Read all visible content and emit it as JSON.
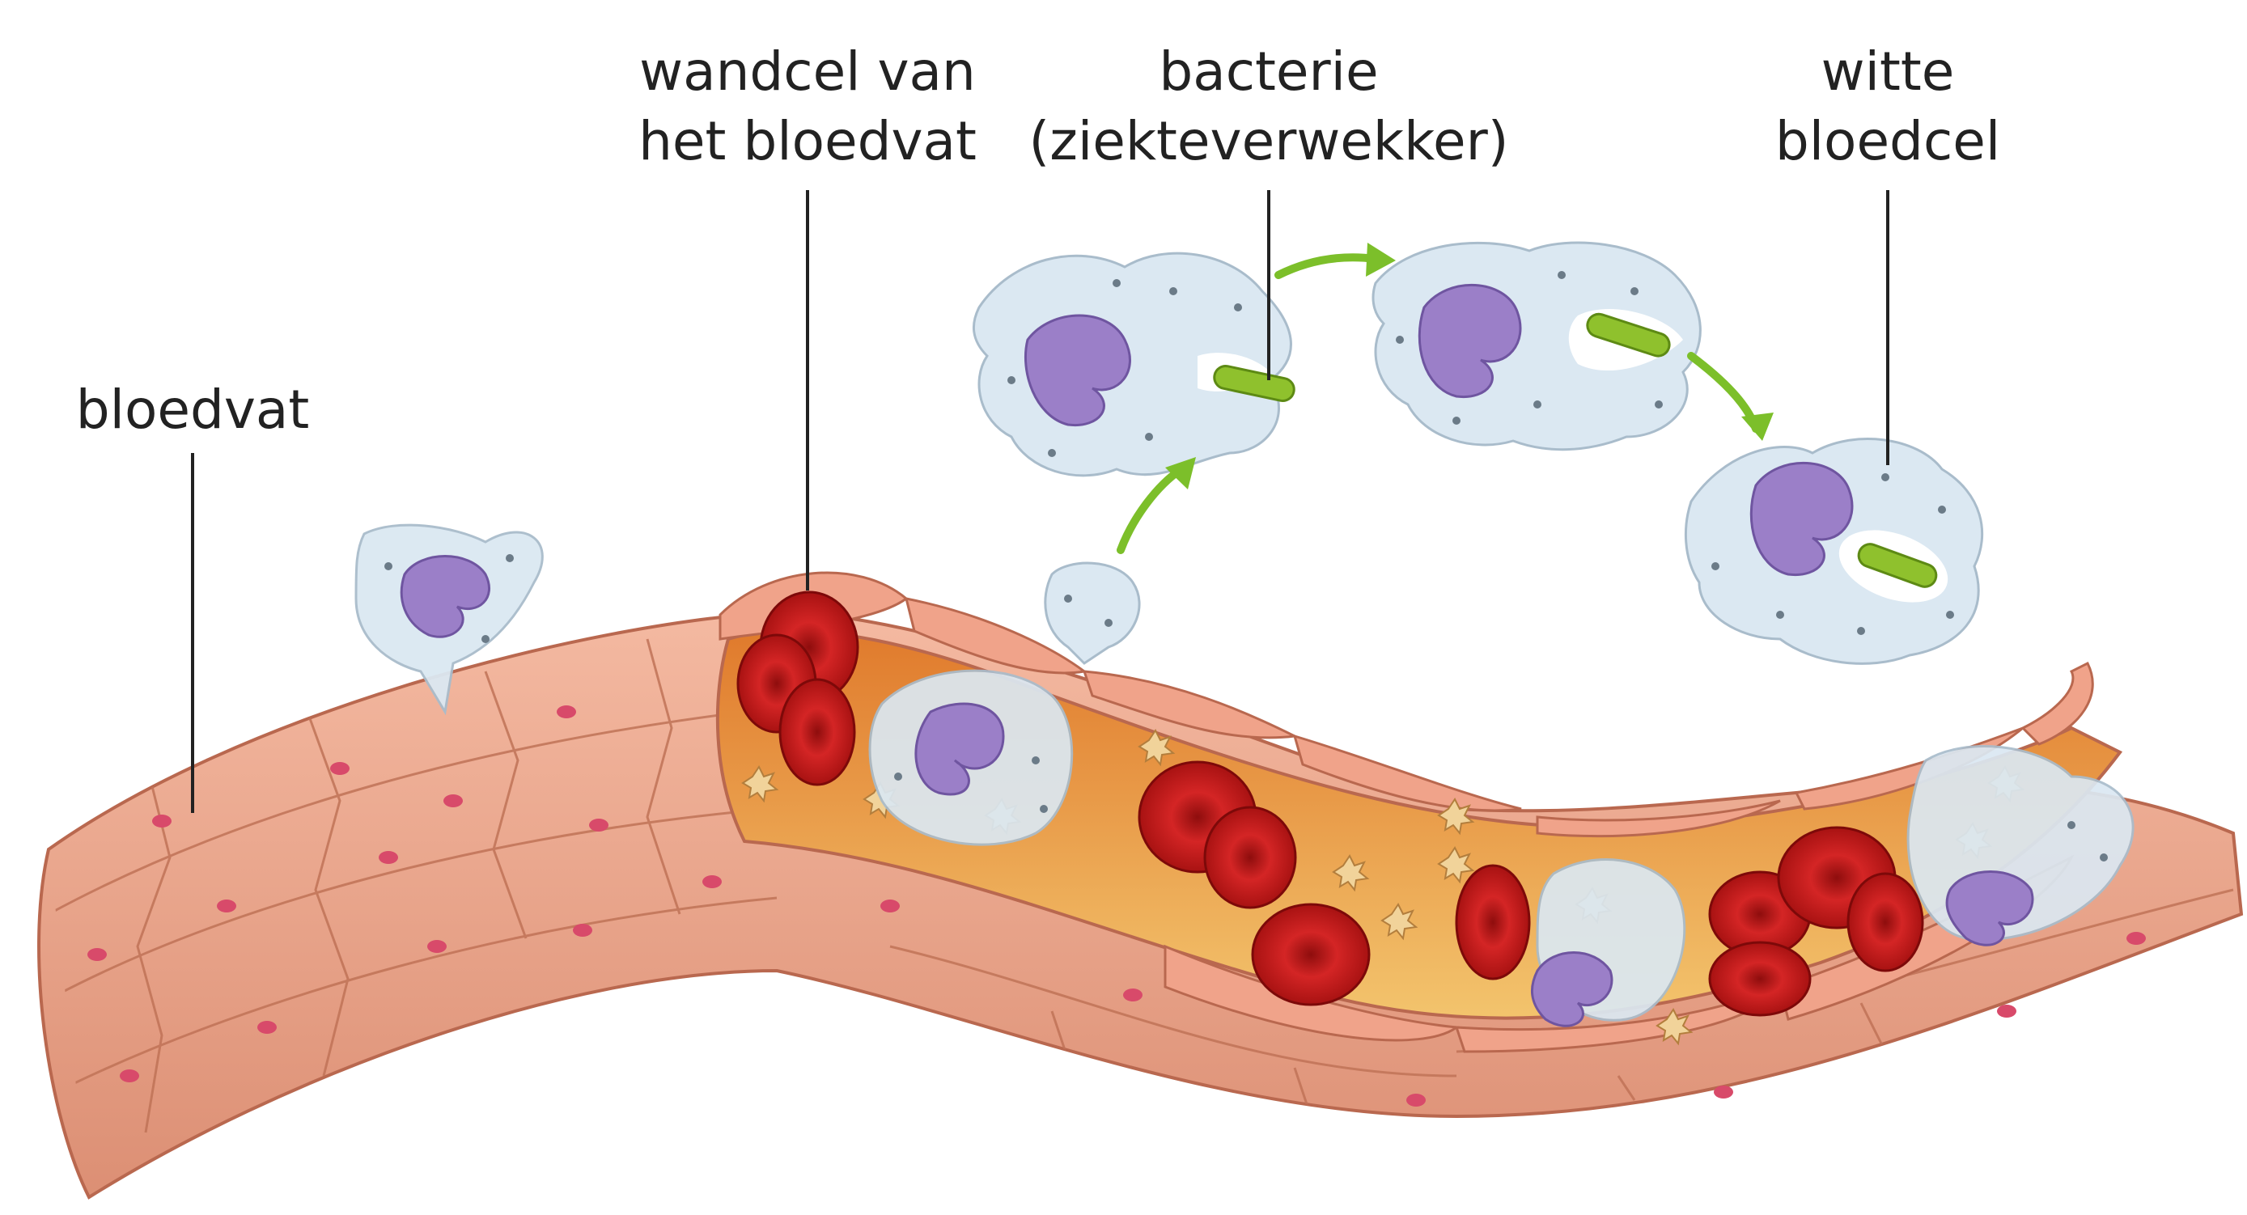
{
  "labels": {
    "bloedvat": "bloedvat",
    "wandcel_line1": "wandcel van",
    "wandcel_line2": "het bloedvat",
    "bacterie_line1": "bacterie",
    "bacterie_line2": "(ziekteverwekker)",
    "witte_line1": "witte",
    "witte_line2": "bloedcel"
  },
  "colors": {
    "vessel_wall": "#e9a489",
    "wall_cell_edge": "#b9684f",
    "nucleus_dot": "#d84a6a",
    "lumen": "#e98a3c",
    "red_blood_cell": "#c81818",
    "white_blood_cell": "#dbe8f2",
    "white_cell_nucleus": "#9b7fc8",
    "bacterium": "#8fc12d",
    "arrow": "#7cbf2a",
    "platelet": "#f1d39a"
  }
}
